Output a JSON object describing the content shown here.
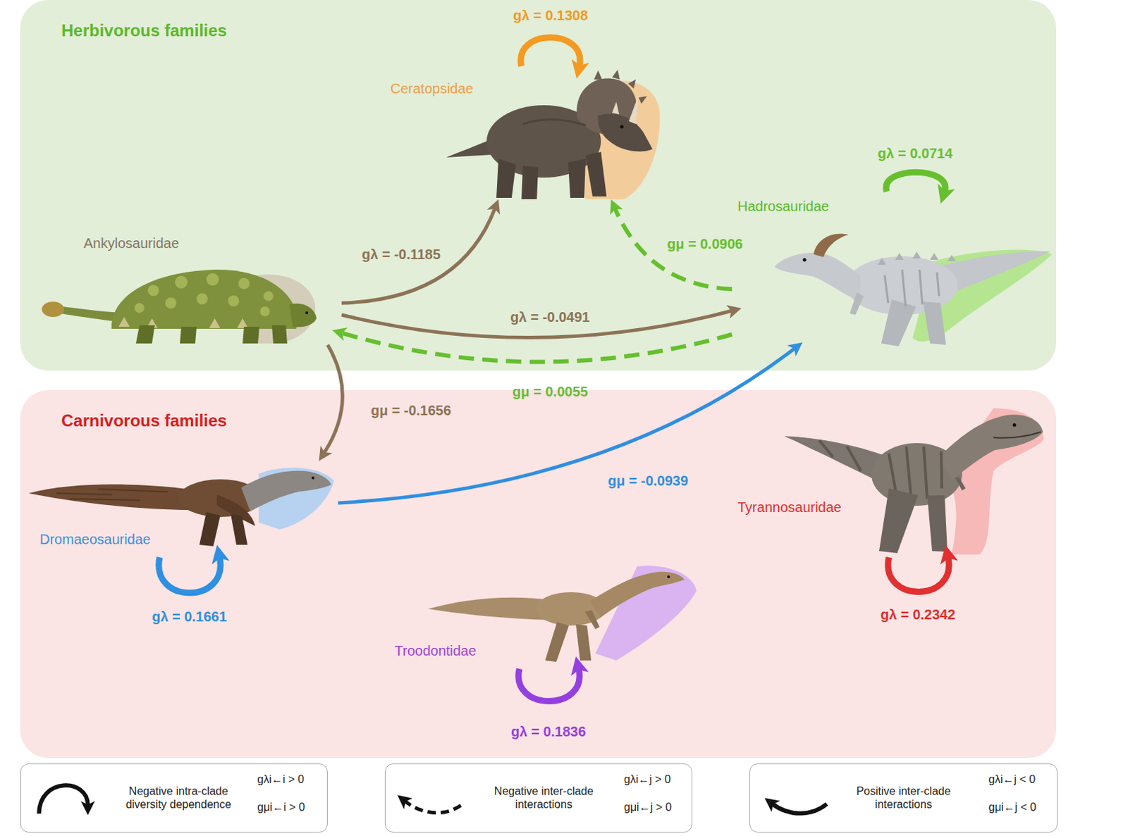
{
  "diagram": {
    "nodes": [
      {
        "text": [
          "Herbivorous families"
        ]
      },
      {
        "text": [
          "Ceratopsidae"
        ],
        "in": 0
      },
      {
        "text": [
          "Ankylosauridae"
        ],
        "in": 0
      },
      {
        "text": [
          "Hadrosauridae"
        ],
        "in": 0
      },
      {
        "text": [
          "Carnivorous families"
        ]
      },
      {
        "text": [
          "Dromaeosauridae"
        ],
        "in": 4
      },
      {
        "text": [
          "Troodontidae"
        ],
        "in": 4
      },
      {
        "text": [
          "Tyrannosauridae"
        ],
        "in": 4
      }
    ],
    "edges": [
      {
        "from": 1,
        "to": 1,
        "label": "gλ = 0.1308",
        "arrow": "to"
      },
      {
        "from": 3,
        "to": 3,
        "label": "gλ = 0.0714",
        "arrow": "to"
      },
      {
        "from": 2,
        "to": 1,
        "label": "gλ = -0.1185",
        "arrow": "to"
      },
      {
        "from": 3,
        "to": 1,
        "label": "gμ = 0.0906",
        "arrow": "to"
      },
      {
        "from": 2,
        "to": 3,
        "label": "gλ = -0.0491",
        "arrow": "to"
      },
      {
        "from": 3,
        "to": 2,
        "label": "gμ = 0.0055",
        "arrow": "to"
      },
      {
        "from": 2,
        "to": 5,
        "label": "gμ = -0.1656",
        "arrow": "to"
      },
      {
        "from": 5,
        "to": 3,
        "label": "gμ = -0.0939",
        "arrow": "to"
      },
      {
        "from": 5,
        "to": 5,
        "label": "gλ = 0.1661",
        "arrow": "to"
      },
      {
        "from": 6,
        "to": 6,
        "label": "gλ = 0.1836",
        "arrow": "to"
      },
      {
        "from": 7,
        "to": 7,
        "label": "gλ = 0.2342",
        "arrow": "to"
      }
    ],
    "labels": [
      "gλi←i > 0",
      "gμi←i > 0",
      "gλi←j > 0",
      "gμi←j > 0",
      "gλi←j < 0",
      "gμi←j < 0"
    ],
    "legend": [
      {
        "text": "Negative intra-clade diversity dependence"
      },
      {
        "text": "Negative inter-clade interactions"
      },
      {
        "text": "Positive inter-clade interactions"
      }
    ]
  }
}
